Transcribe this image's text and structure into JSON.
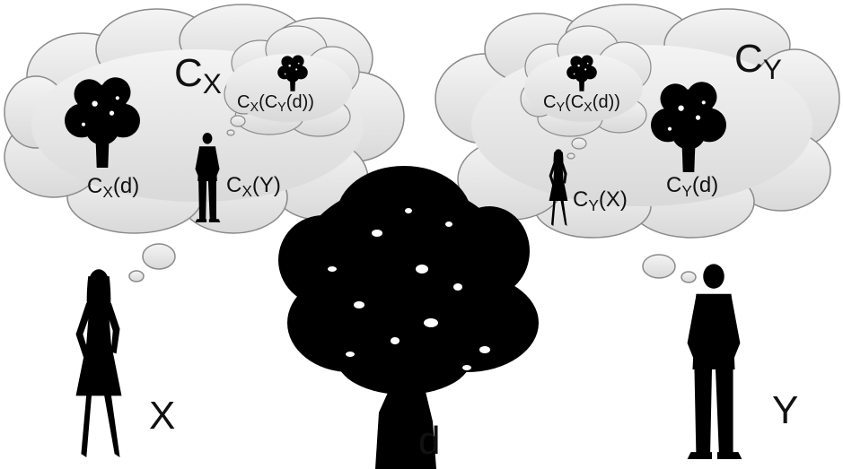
{
  "labels": {
    "cloud_x": {
      "main": "C",
      "sub": "X"
    },
    "cloud_y": {
      "main": "C",
      "sub": "Y"
    },
    "cx_d": {
      "pre": "C",
      "sub": "X",
      "post": "(d)"
    },
    "cx_y": {
      "pre": "C",
      "sub": "X",
      "post": "(Y)"
    },
    "cx_cy_d": {
      "c1": "C",
      "s1": "X",
      "mid": "(C",
      "s2": "Y",
      "post": "(d))"
    },
    "cy_cx_d": {
      "c1": "C",
      "s1": "Y",
      "mid": "(C",
      "s2": "X",
      "post": "(d))"
    },
    "cy_x": {
      "pre": "C",
      "sub": "Y",
      "post": "(X)"
    },
    "cy_d": {
      "pre": "C",
      "sub": "Y",
      "post": "(d)"
    },
    "person_x": "X",
    "tree_d": "d",
    "person_y": "Y"
  },
  "colors": {
    "cloud_fill": "#e6e6e6",
    "cloud_stroke": "#8a8a8a",
    "silhouette": "#000000"
  }
}
